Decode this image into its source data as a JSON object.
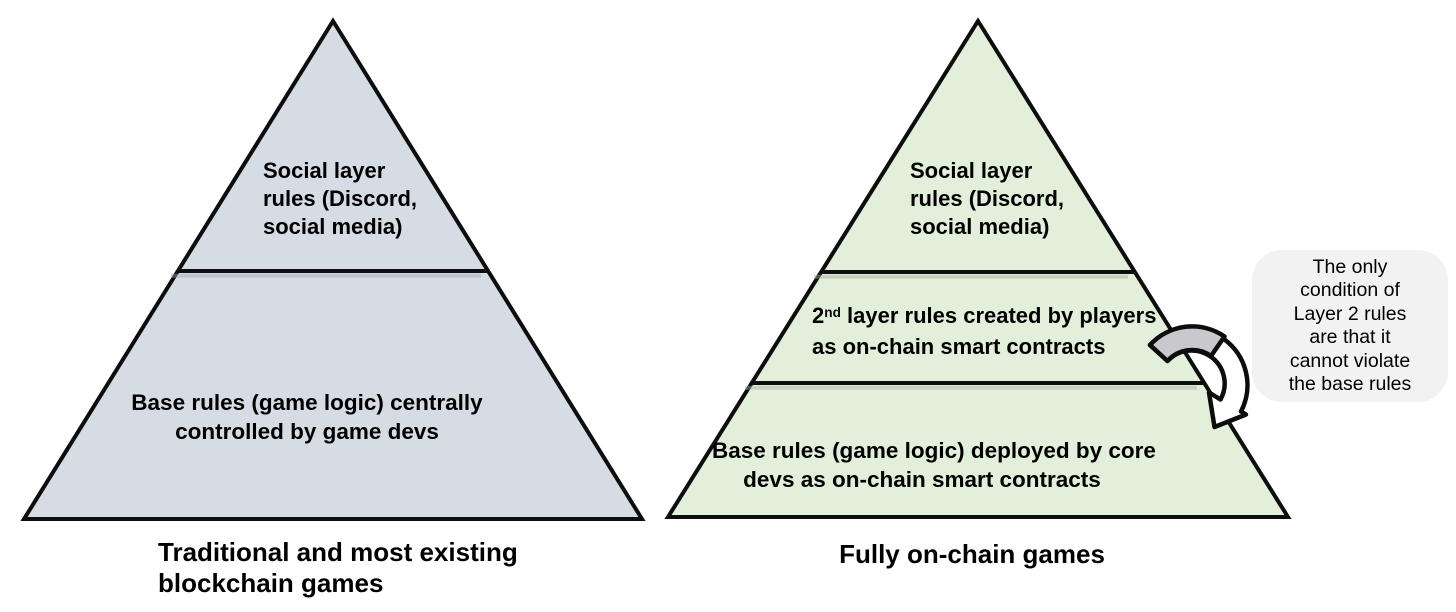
{
  "colors": {
    "left_pyramid_fill": "#d6dce4",
    "right_pyramid_fill": "#e2efda",
    "callout_bg": "#f2f2f2",
    "arrow_gray": "#c9c9cd",
    "arrow_body": "#ffffff",
    "outline": "#0d0d0d",
    "left_divider_shadow": "#a0a8b2",
    "right_divider_shadow": "#a3ada0"
  },
  "pyramids": {
    "left": {
      "fill": "#d6dce4",
      "sections": {
        "social": {
          "lines": [
            "Social layer",
            "rules (Discord,",
            "social media)"
          ]
        },
        "base": {
          "lines": [
            "Base rules (game logic) centrally",
            "controlled by game devs"
          ]
        }
      },
      "caption_lines": [
        "Traditional and most existing",
        "blockchain games"
      ]
    },
    "right": {
      "fill": "#e2efda",
      "sections": {
        "social": {
          "lines": [
            "Social layer",
            "rules (Discord,",
            "social media)"
          ]
        },
        "layer2": {
          "line1_base": "2",
          "line1_sup": "nd",
          "line1_rest": " layer rules created by players",
          "line2": "as on-chain smart contracts"
        },
        "base": {
          "lines": [
            "Base rules (game logic) deployed by core",
            "devs as on-chain smart contracts"
          ]
        }
      },
      "caption": "Fully on-chain games"
    }
  },
  "callout": {
    "bg": "#f2f2f2",
    "lines": [
      "The only",
      "condition of",
      "Layer 2 rules",
      "are that it",
      "cannot violate",
      "the base rules"
    ]
  }
}
